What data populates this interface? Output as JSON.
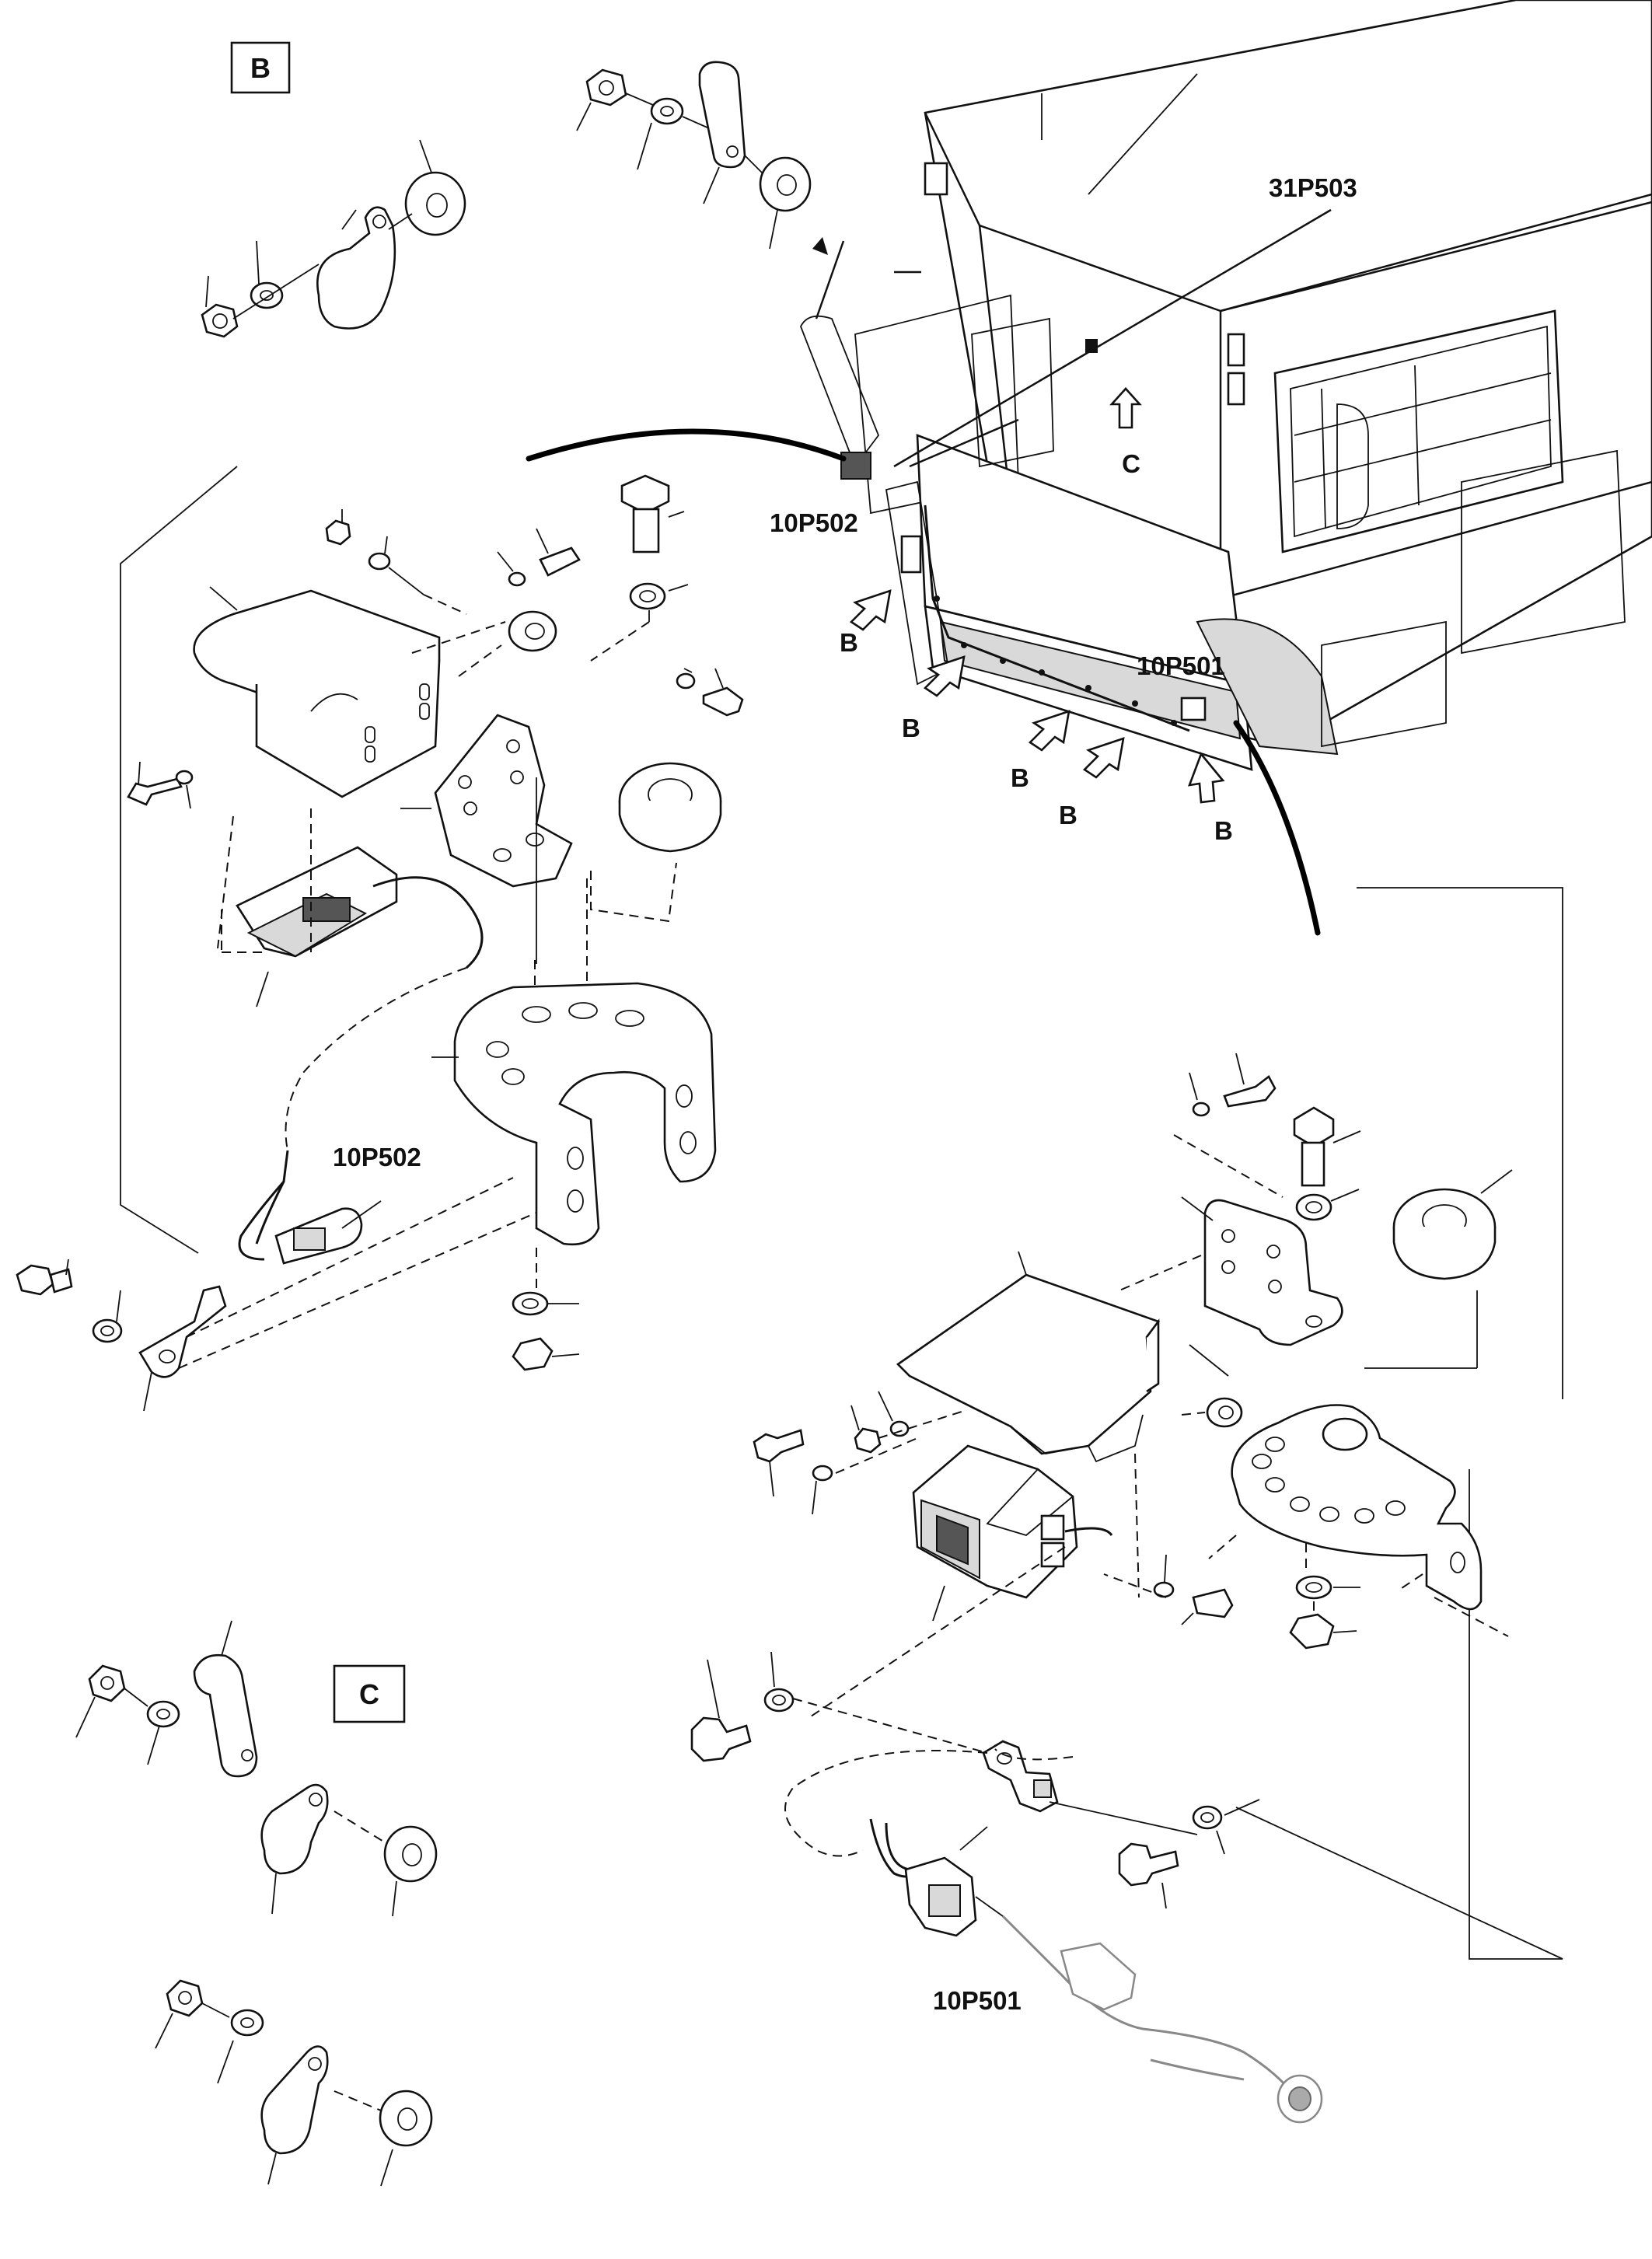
{
  "views": {
    "detail_b": "B",
    "detail_c": "C"
  },
  "labels": {
    "sensor_31P503": "31P503",
    "sensor_10P502_top": "10P502",
    "sensor_10P501_top": "10P501",
    "sensor_10P502_detail": "10P502",
    "sensor_10P501_detail": "10P501",
    "view_arrow_c": "C",
    "view_arrow_b": "B"
  },
  "colors": {
    "ink": "#111111",
    "paper": "#ffffff",
    "shade": "#d9d9d9"
  }
}
